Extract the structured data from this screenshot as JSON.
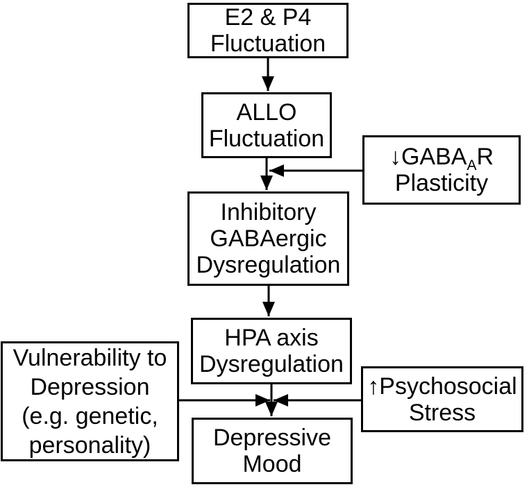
{
  "diagram": {
    "type": "flowchart",
    "colors": {
      "background": "#ffffff",
      "line": "#000000",
      "box_fill": "#ffffff",
      "text": "#000000"
    },
    "boxes": {
      "e2p4": {
        "lines": [
          "E2 & P4",
          "Fluctuation"
        ]
      },
      "allo": {
        "lines": [
          "ALLO",
          "Fluctuation"
        ]
      },
      "gabar": {
        "line1_prefix": "↓GABA",
        "line1_subscript": "A",
        "line1_suffix": "R",
        "line2": "Plasticity"
      },
      "inhibitory": {
        "lines": [
          "Inhibitory",
          "GABAergic",
          "Dysregulation"
        ]
      },
      "hpa": {
        "lines": [
          "HPA axis",
          "Dysregulation"
        ]
      },
      "vulnerability": {
        "lines": [
          "Vulnerability to",
          "Depression",
          "(e.g. genetic,",
          "personality)"
        ]
      },
      "psychosocial": {
        "lines": [
          "↑Psychosocial",
          "Stress"
        ]
      },
      "depressive": {
        "lines": [
          "Depressive",
          "Mood"
        ]
      }
    },
    "edges": [
      {
        "from": "e2p4",
        "to": "allo",
        "style": "arrow-down"
      },
      {
        "from": "allo",
        "to": "inhibitory",
        "style": "arrow-down"
      },
      {
        "from": "gabar",
        "to": "allo-inhibitory-connector",
        "style": "arrow-left"
      },
      {
        "from": "inhibitory",
        "to": "hpa",
        "style": "arrow-down"
      },
      {
        "from": "hpa",
        "to": "depressive",
        "style": "arrow-down"
      },
      {
        "from": "vulnerability",
        "to": "hpa-depressive-connector",
        "style": "arrow-right"
      },
      {
        "from": "psychosocial",
        "to": "hpa-depressive-connector",
        "style": "arrow-left"
      }
    ]
  }
}
